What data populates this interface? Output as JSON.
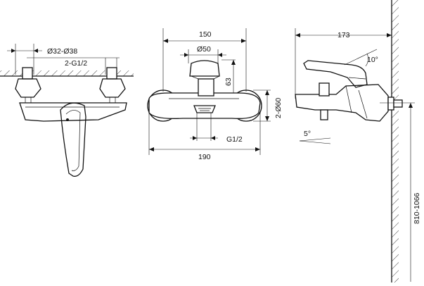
{
  "views": {
    "left": {
      "name": "front-view",
      "dim_inlet_diameter": "Ø32-Ø38",
      "dim_inlet_thread": "2-G1/2"
    },
    "center": {
      "name": "top-view",
      "dim_top_width": "150",
      "dim_diameter_50": "Ø50",
      "dim_height_63": "63",
      "dim_flange": "2-Ø60",
      "dim_outlet_thread": "G1/2",
      "dim_total_width": "190"
    },
    "right": {
      "name": "side-view",
      "dim_depth": "173",
      "dim_lever_angle": "10°",
      "dim_spout_angle": "5°",
      "dim_mount_height": "810-1066"
    }
  }
}
